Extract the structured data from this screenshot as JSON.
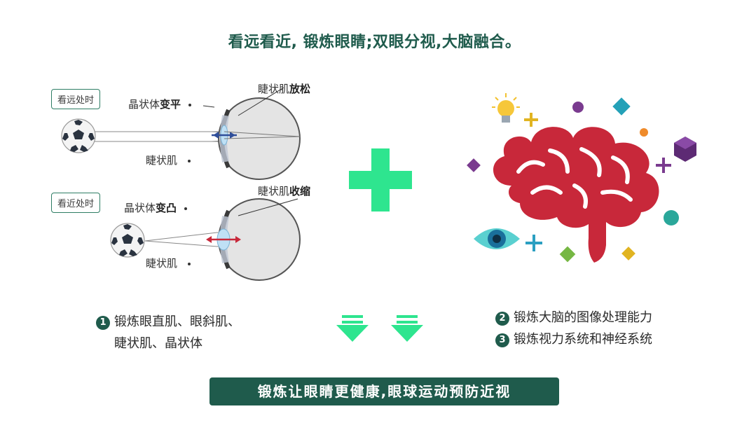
{
  "title": "看远看近, 锻炼眼睛;双眼分视,大脑融合。",
  "eye_far": {
    "tag": "看远处时",
    "ciliary_top_prefix": "睫状肌",
    "ciliary_top_bold": "放松",
    "lens_prefix": "晶状体",
    "lens_bold": "变平",
    "ciliary_bottom": "睫状肌"
  },
  "eye_near": {
    "tag": "看近处时",
    "ciliary_top_prefix": "睫状肌",
    "ciliary_top_bold": "收缩",
    "lens_prefix": "晶状体",
    "lens_bold": "变凸",
    "ciliary_bottom": "睫状肌"
  },
  "points": {
    "p1_num": "1",
    "p1_line1": "锻炼眼直肌、眼斜肌、",
    "p1_line2": "睫状肌、晶状体",
    "p2_num": "2",
    "p2_text": "锻炼大脑的图像处理能力",
    "p3_num": "3",
    "p3_text": "锻炼视力系统和神经系统"
  },
  "banner": "锻炼让眼睛更健康,眼球运动预防近视",
  "icons": [
    "soccer-ball-icon",
    "eye-cross-section-icon",
    "plus-icon",
    "brain-icon",
    "lightbulb-icon",
    "eye-icon",
    "down-arrow-icon"
  ],
  "colors": {
    "primary": "#1f5b4c",
    "plus": "#2ee58f",
    "brain": "#c8283a",
    "arrow": "#2ee58f",
    "lens_arrow_far": "#2f4e9a",
    "lens_arrow_near": "#c8283a"
  }
}
